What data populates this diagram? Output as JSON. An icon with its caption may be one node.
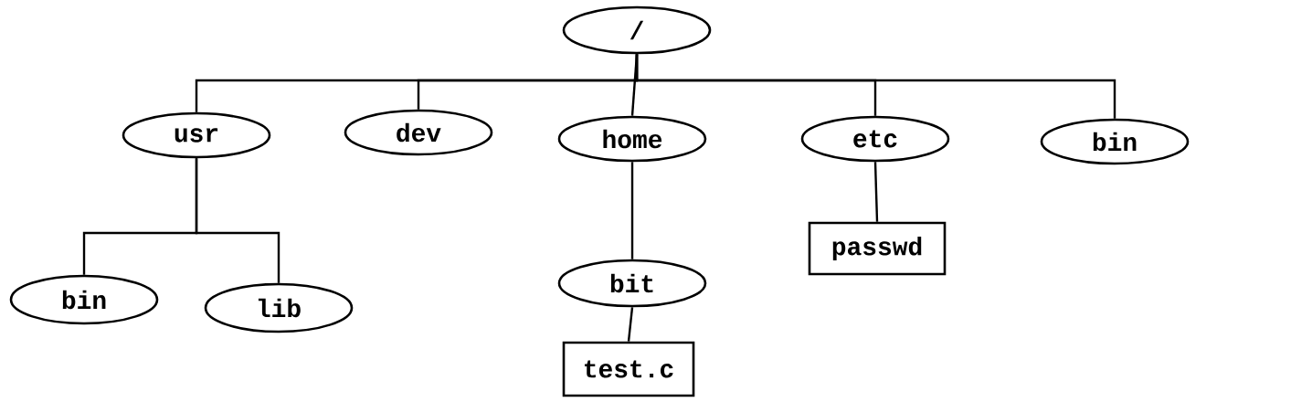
{
  "diagram": {
    "nodes": [
      {
        "text": [
          "/"
        ]
      },
      {
        "text": [
          "usr"
        ]
      },
      {
        "text": [
          "dev"
        ]
      },
      {
        "text": [
          "home"
        ]
      },
      {
        "text": [
          "etc"
        ]
      },
      {
        "text": [
          "bin"
        ]
      },
      {
        "text": [
          "bin"
        ]
      },
      {
        "text": [
          "lib"
        ]
      },
      {
        "text": [
          "bit"
        ]
      },
      {
        "text": [
          "passwd"
        ]
      },
      {
        "text": [
          "test.c"
        ]
      }
    ],
    "edges": [
      {
        "from": 0,
        "to": 1,
        "arrow": "none"
      },
      {
        "from": 0,
        "to": 2,
        "arrow": "none"
      },
      {
        "from": 0,
        "to": 3,
        "arrow": "none"
      },
      {
        "from": 0,
        "to": 4,
        "arrow": "none"
      },
      {
        "from": 0,
        "to": 5,
        "arrow": "none"
      },
      {
        "from": 1,
        "to": 6,
        "arrow": "none"
      },
      {
        "from": 1,
        "to": 7,
        "arrow": "none"
      },
      {
        "from": 3,
        "to": 8,
        "arrow": "none"
      },
      {
        "from": 4,
        "to": 9,
        "arrow": "none"
      },
      {
        "from": 8,
        "to": 10,
        "arrow": "none"
      }
    ]
  }
}
